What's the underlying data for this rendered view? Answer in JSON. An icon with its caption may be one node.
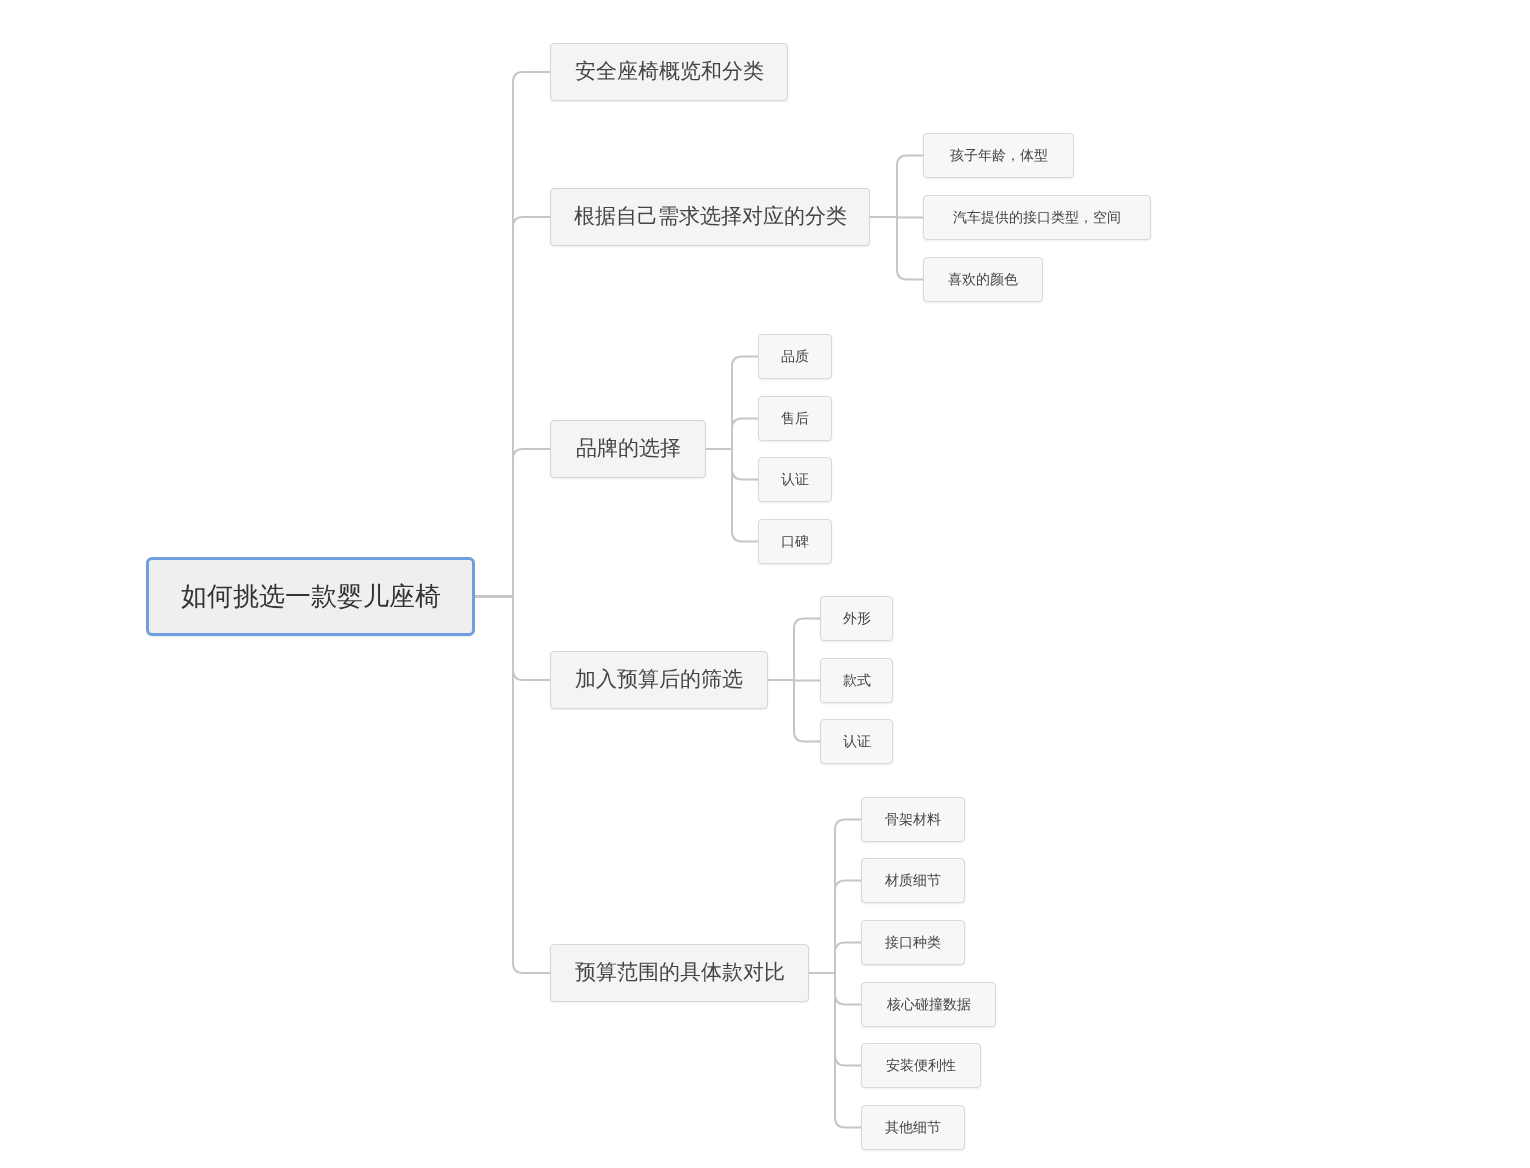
{
  "diagram": {
    "nodes": [
      {
        "text": [
          "如何挑选一款婴儿座椅"
        ]
      },
      {
        "text": [
          "安全座椅概览和分类"
        ]
      },
      {
        "text": [
          "根据自己需求选择对应的分类"
        ]
      },
      {
        "text": [
          "孩子年龄，体型"
        ]
      },
      {
        "text": [
          "汽车提供的接口类型，空间"
        ]
      },
      {
        "text": [
          "喜欢的颜色"
        ]
      },
      {
        "text": [
          "品牌的选择"
        ]
      },
      {
        "text": [
          "品质"
        ]
      },
      {
        "text": [
          "售后"
        ]
      },
      {
        "text": [
          "认证"
        ]
      },
      {
        "text": [
          "口碑"
        ]
      },
      {
        "text": [
          "加入预算后的筛选"
        ]
      },
      {
        "text": [
          "外形"
        ]
      },
      {
        "text": [
          "款式"
        ]
      },
      {
        "text": [
          "认证"
        ]
      },
      {
        "text": [
          "预算范围的具体款对比"
        ]
      },
      {
        "text": [
          "骨架材料"
        ]
      },
      {
        "text": [
          "材质细节"
        ]
      },
      {
        "text": [
          "接口种类"
        ]
      },
      {
        "text": [
          "核心碰撞数据"
        ]
      },
      {
        "text": [
          "安装便利性"
        ]
      },
      {
        "text": [
          "其他细节"
        ]
      }
    ],
    "edges": [
      {
        "from": 0,
        "to": 1,
        "arrow": "none"
      },
      {
        "from": 0,
        "to": 2,
        "arrow": "none"
      },
      {
        "from": 0,
        "to": 6,
        "arrow": "none"
      },
      {
        "from": 0,
        "to": 11,
        "arrow": "none"
      },
      {
        "from": 0,
        "to": 15,
        "arrow": "none"
      },
      {
        "from": 2,
        "to": 3,
        "arrow": "none"
      },
      {
        "from": 2,
        "to": 4,
        "arrow": "none"
      },
      {
        "from": 2,
        "to": 5,
        "arrow": "none"
      },
      {
        "from": 6,
        "to": 7,
        "arrow": "none"
      },
      {
        "from": 6,
        "to": 8,
        "arrow": "none"
      },
      {
        "from": 6,
        "to": 9,
        "arrow": "none"
      },
      {
        "from": 6,
        "to": 10,
        "arrow": "none"
      },
      {
        "from": 11,
        "to": 12,
        "arrow": "none"
      },
      {
        "from": 11,
        "to": 13,
        "arrow": "none"
      },
      {
        "from": 11,
        "to": 14,
        "arrow": "none"
      },
      {
        "from": 15,
        "to": 16,
        "arrow": "none"
      },
      {
        "from": 15,
        "to": 17,
        "arrow": "none"
      },
      {
        "from": 15,
        "to": 18,
        "arrow": "none"
      },
      {
        "from": 15,
        "to": 19,
        "arrow": "none"
      },
      {
        "from": 15,
        "to": 20,
        "arrow": "none"
      },
      {
        "from": 15,
        "to": 21,
        "arrow": "none"
      }
    ]
  }
}
